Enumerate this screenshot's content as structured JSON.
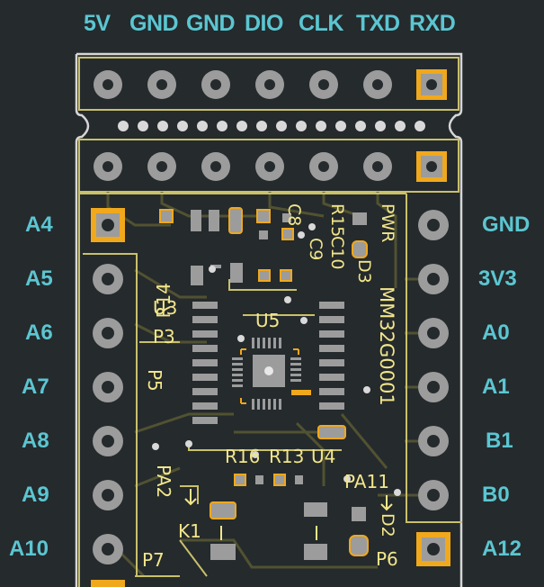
{
  "top_pin_labels": [
    "5V",
    "GND",
    "GND",
    "DIO",
    "CLK",
    "TXD",
    "RXD"
  ],
  "left_pin_labels": [
    "A4",
    "A5",
    "A6",
    "A7",
    "A8",
    "A9",
    "A10"
  ],
  "right_pin_labels": [
    "GND",
    "3V3",
    "A0",
    "A1",
    "B1",
    "B0",
    "A12"
  ],
  "silkscreen": {
    "r15": "R15",
    "c10": "C10",
    "c8": "C8",
    "c9": "C9",
    "pwr": "PWR",
    "d3": "D3",
    "mcu_name": "MM32G0001",
    "r14": "R14",
    "u3": "U3",
    "p3": "P3",
    "u5": "U5",
    "p5": "P5",
    "r16": "R16",
    "r13": "R13",
    "u4": "U4",
    "pa11": "PA11",
    "pa2": "PA2",
    "k1": "K1",
    "d2": "D2",
    "p6": "P6",
    "p7": "P7"
  },
  "colors": {
    "background": "#252a2d",
    "label_cyan": "#5bc6d1",
    "silkscreen": "#f2e68a",
    "copper_pad": "#f0a81c",
    "pad_grey": "#9c9c9c",
    "outline": "#d6d6d6",
    "trace": "#7a7a3a"
  }
}
